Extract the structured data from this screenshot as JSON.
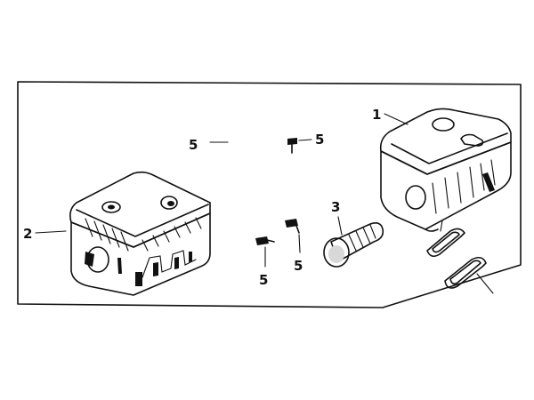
{
  "callouts": {
    "part_1": "1",
    "part_2": "2",
    "part_3": "3",
    "part_5_top_left": "5",
    "part_5_top_right": "5",
    "part_5_lower_left": "5",
    "part_5_lower_right": "5"
  },
  "colors": {
    "line": "#111111",
    "paper": "#ffffff",
    "shade": "#d8d8d8"
  }
}
